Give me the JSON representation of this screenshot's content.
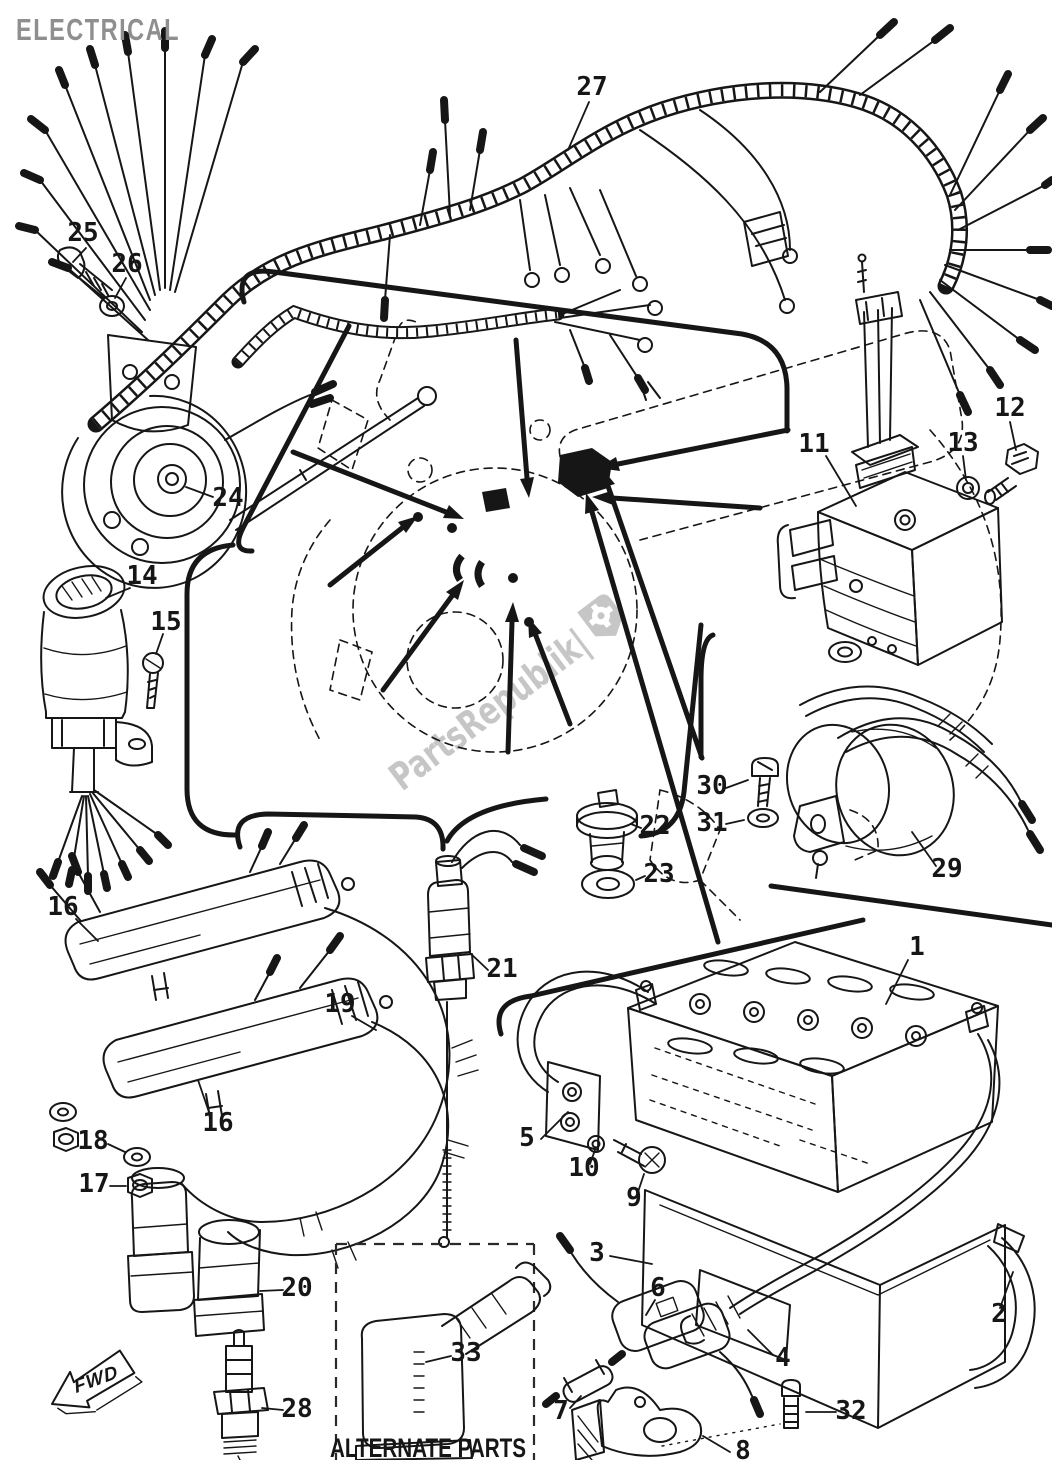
{
  "page": {
    "title": "ELECTRICAL",
    "watermark": "PartsRepublik|",
    "alternate_parts_label": "ALTERNATE PARTS",
    "fwd_label": "FWD"
  },
  "colors": {
    "line": "#161616",
    "title": "#8f8f8f",
    "watermark": "#c6c6c6",
    "background": "#ffffff"
  },
  "icons": {
    "watermark_gear": "gear-icon",
    "fwd_direction": "forward-arrow-icon"
  },
  "part_labels": [
    {
      "num": "1"
    },
    {
      "num": "2"
    },
    {
      "num": "3"
    },
    {
      "num": "4"
    },
    {
      "num": "5"
    },
    {
      "num": "6"
    },
    {
      "num": "7"
    },
    {
      "num": "8"
    },
    {
      "num": "9"
    },
    {
      "num": "10"
    },
    {
      "num": "11"
    },
    {
      "num": "12"
    },
    {
      "num": "13"
    },
    {
      "num": "14"
    },
    {
      "num": "15"
    },
    {
      "num": "16"
    },
    {
      "num": "16"
    },
    {
      "num": "17"
    },
    {
      "num": "18"
    },
    {
      "num": "19"
    },
    {
      "num": "20"
    },
    {
      "num": "21"
    },
    {
      "num": "22"
    },
    {
      "num": "23"
    },
    {
      "num": "24"
    },
    {
      "num": "25"
    },
    {
      "num": "26"
    },
    {
      "num": "27"
    },
    {
      "num": "28"
    },
    {
      "num": "29"
    },
    {
      "num": "30"
    },
    {
      "num": "31"
    },
    {
      "num": "32"
    },
    {
      "num": "33"
    }
  ]
}
